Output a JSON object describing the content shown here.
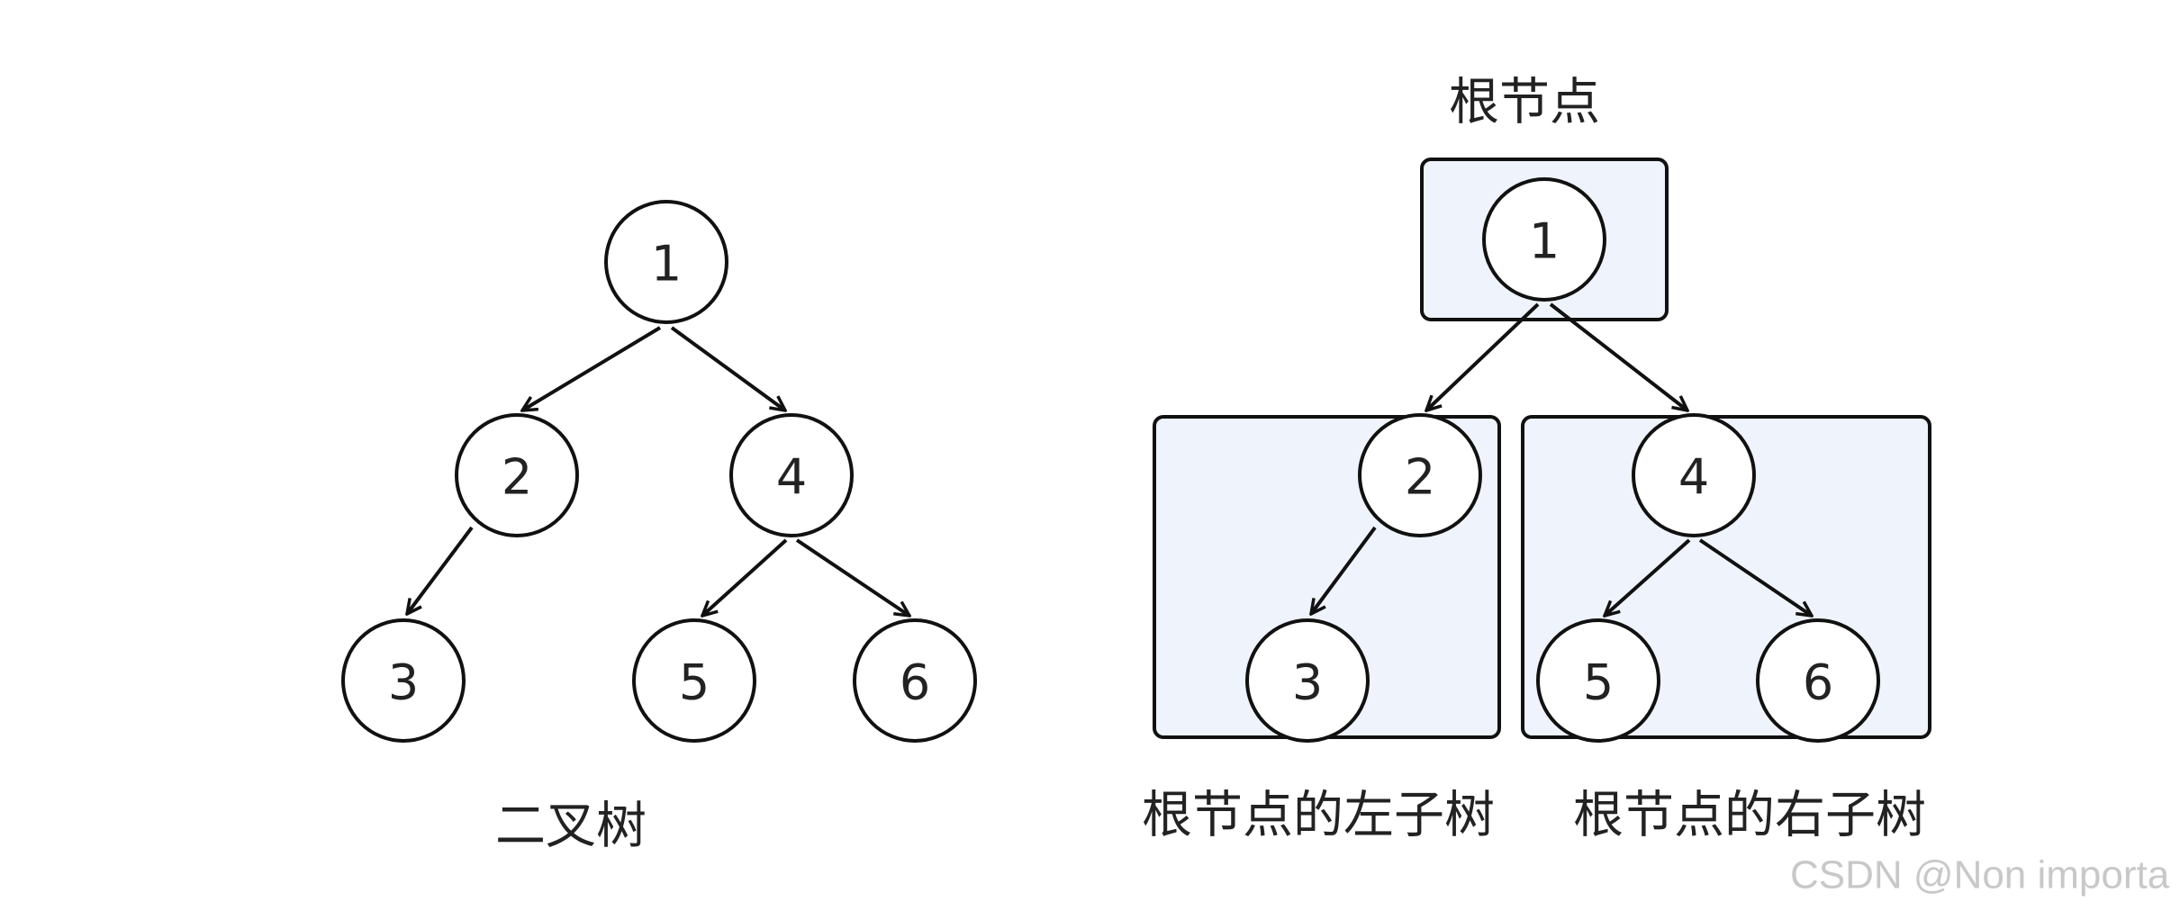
{
  "left_tree": {
    "caption": "二叉树",
    "nodes": {
      "n1": "1",
      "n2": "2",
      "n3": "3",
      "n4": "4",
      "n5": "5",
      "n6": "6"
    }
  },
  "right_tree": {
    "root_label": "根节点",
    "left_subtree_label": "根节点的左子树",
    "right_subtree_label": "根节点的右子树",
    "nodes": {
      "n1": "1",
      "n2": "2",
      "n3": "3",
      "n4": "4",
      "n5": "5",
      "n6": "6"
    }
  },
  "watermark": "CSDN @Non importa",
  "colors": {
    "group_fill": "#eef3fc",
    "stroke": "#111111",
    "watermark": "#c8c8c8"
  }
}
